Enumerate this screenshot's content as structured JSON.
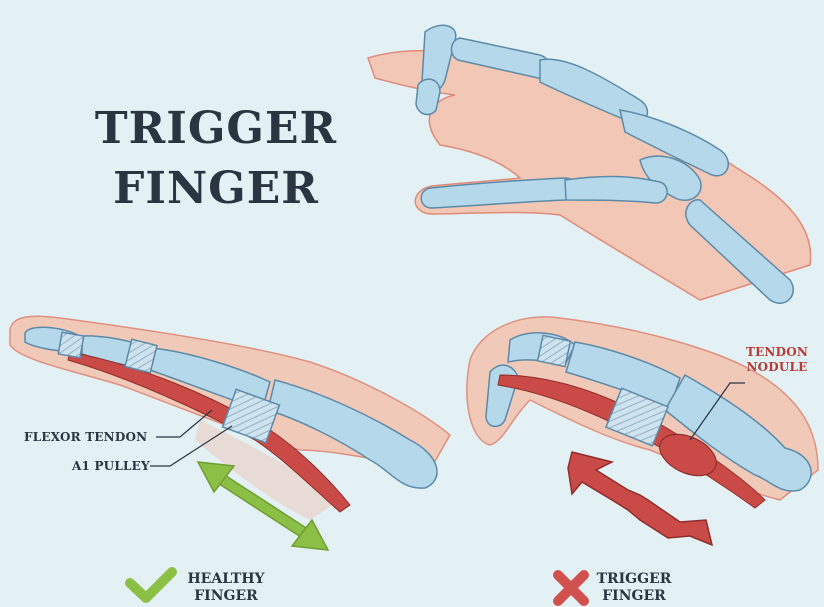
{
  "title": {
    "line1": "TRIGGER",
    "line2": "FINGER"
  },
  "labels": {
    "flexor_tendon": "FLEXOR TENDON",
    "a1_pulley": "A1 PULLEY",
    "tendon_nodule_line1": "TENDON",
    "tendon_nodule_line2": "NODULE"
  },
  "captions": {
    "healthy_line1": "HEALTHY",
    "healthy_line2": "FINGER",
    "trigger_line1": "TRIGGER",
    "trigger_line2": "FINGER"
  },
  "colors": {
    "background": "#e3f1f5",
    "skin": "#f2c7b5",
    "skin_outline": "#e08b7a",
    "bone": "#b5d8ea",
    "bone_outline": "#5d8aa8",
    "tendon": "#c94a46",
    "healthy_arrow": "#8cbf45",
    "trigger_arrow": "#c94a46",
    "check": "#8cbf45",
    "cross": "#d0514d",
    "text": "#2b3441"
  },
  "icons": {
    "healthy": "check-icon",
    "trigger": "cross-icon"
  }
}
